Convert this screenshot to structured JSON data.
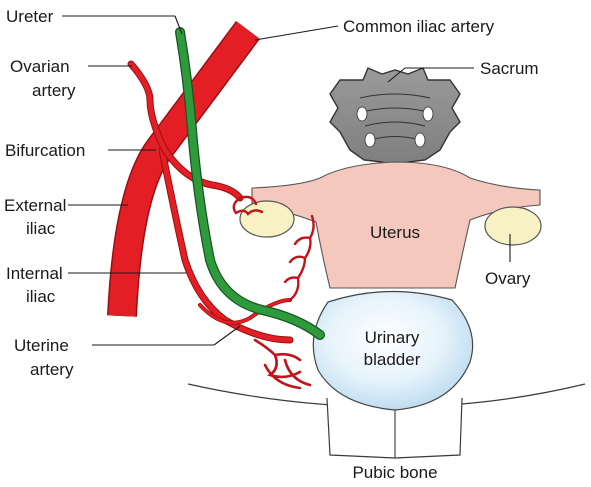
{
  "labels": {
    "ureter": "Ureter",
    "ovarian_artery_line1": "Ovarian",
    "ovarian_artery_line2": "artery",
    "bifurcation": "Bifurcation",
    "external_iliac_line1": "External",
    "external_iliac_line2": "iliac",
    "internal_iliac_line1": "Internal",
    "internal_iliac_line2": "iliac",
    "uterine_artery_line1": "Uterine",
    "uterine_artery_line2": "artery",
    "common_iliac_artery": "Common iliac artery",
    "sacrum": "Sacrum",
    "uterus": "Uterus",
    "ovary": "Ovary",
    "urinary_bladder_line1": "Urinary",
    "urinary_bladder_line2": "bladder",
    "pubic_bone": "Pubic bone"
  },
  "colors": {
    "artery": "#e31e24",
    "artery_outline": "#9b0f12",
    "ureter": "#2e9a3c",
    "ureter_outline": "#17571e",
    "uterus": "#f5c8bd",
    "ovary": "#f7f1c4",
    "sacrum": "#8e8e8e",
    "bladder": "#d6ebf7"
  }
}
